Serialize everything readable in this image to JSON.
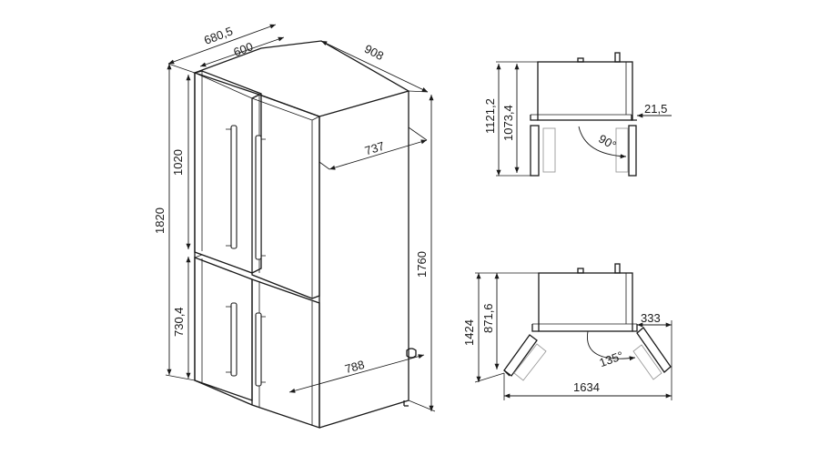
{
  "front_view": {
    "width_total": "680,5",
    "width_body": "600",
    "depth_total": "908",
    "depth_body": "737",
    "depth_open": "788",
    "height_total": "1820",
    "height_upper": "1020",
    "height_lower": "730,4",
    "height_body": "1760"
  },
  "top_view_90": {
    "dim_outer": "1121,2",
    "dim_inner": "1073,4",
    "dim_side": "21,5",
    "angle": "90°"
  },
  "top_view_135": {
    "dim_outer": "1424",
    "dim_inner": "871,6",
    "dim_side": "333",
    "dim_width": "1634",
    "angle": "135°"
  }
}
